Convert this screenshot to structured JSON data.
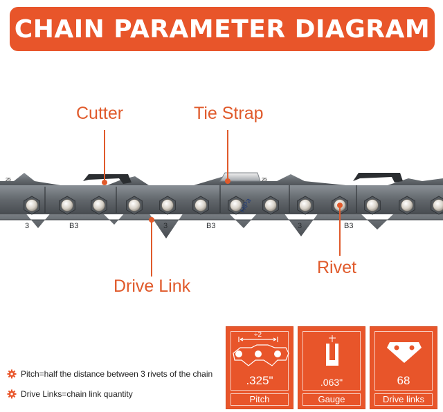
{
  "title": "CHAIN PARAMETER DIAGRAM",
  "callouts": {
    "cutter": "Cutter",
    "tie_strap": "Tie Strap",
    "rivet": "Rivet",
    "drive_link": "Drive Link"
  },
  "chain_markings": {
    "drive_link_number": "3",
    "link_code": "B3",
    "brand": "HiPa",
    "cutter_number": "25"
  },
  "notes": [
    "Pitch=half the distance between 3 rivets of the chain",
    "Drive Links=chain link quantity"
  ],
  "specs": {
    "pitch": {
      "label": "Pitch",
      "value": ".325\"",
      "dimension": "÷2"
    },
    "gauge": {
      "label": "Gauge",
      "value": ".063\""
    },
    "drive_links": {
      "label": "Drive links",
      "value": "68"
    }
  },
  "colors": {
    "accent": "#e8552a",
    "callout_text": "#e05a2b",
    "chain_steel": "#6e7378",
    "chain_dark": "#3e4246"
  }
}
